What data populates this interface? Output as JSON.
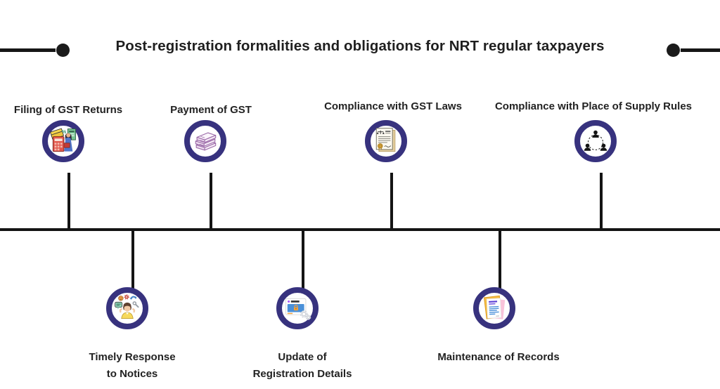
{
  "title": {
    "text": "Post-registration formalities and obligations for NRT regular taxpayers"
  },
  "colors": {
    "background": "#ffffff",
    "circle_border": "#37327e",
    "timeline_line": "#141414",
    "text": "#1f1f1f"
  },
  "timeline": {
    "top_items": [
      {
        "label": "Filing of GST Returns",
        "icon": "calculator-accountant-icon"
      },
      {
        "label": "Payment of GST",
        "icon": "money-stack-icon"
      },
      {
        "label": "Compliance with GST Laws",
        "icon": "legal-document-seal-icon"
      },
      {
        "label": "Compliance with Place of Supply Rules",
        "icon": "people-network-icon"
      }
    ],
    "bottom_items": [
      {
        "label": "Timely Response to Notices",
        "lines": [
          "Timely Response",
          "to Notices"
        ],
        "icon": "support-person-icon"
      },
      {
        "label": "Update of Registration Details",
        "lines": [
          "Update of",
          "Registration Details"
        ],
        "icon": "browser-settings-icon"
      },
      {
        "label": "Maintenance of Records",
        "lines": [
          "Maintenance of Records"
        ],
        "icon": "records-folder-icon"
      }
    ]
  }
}
